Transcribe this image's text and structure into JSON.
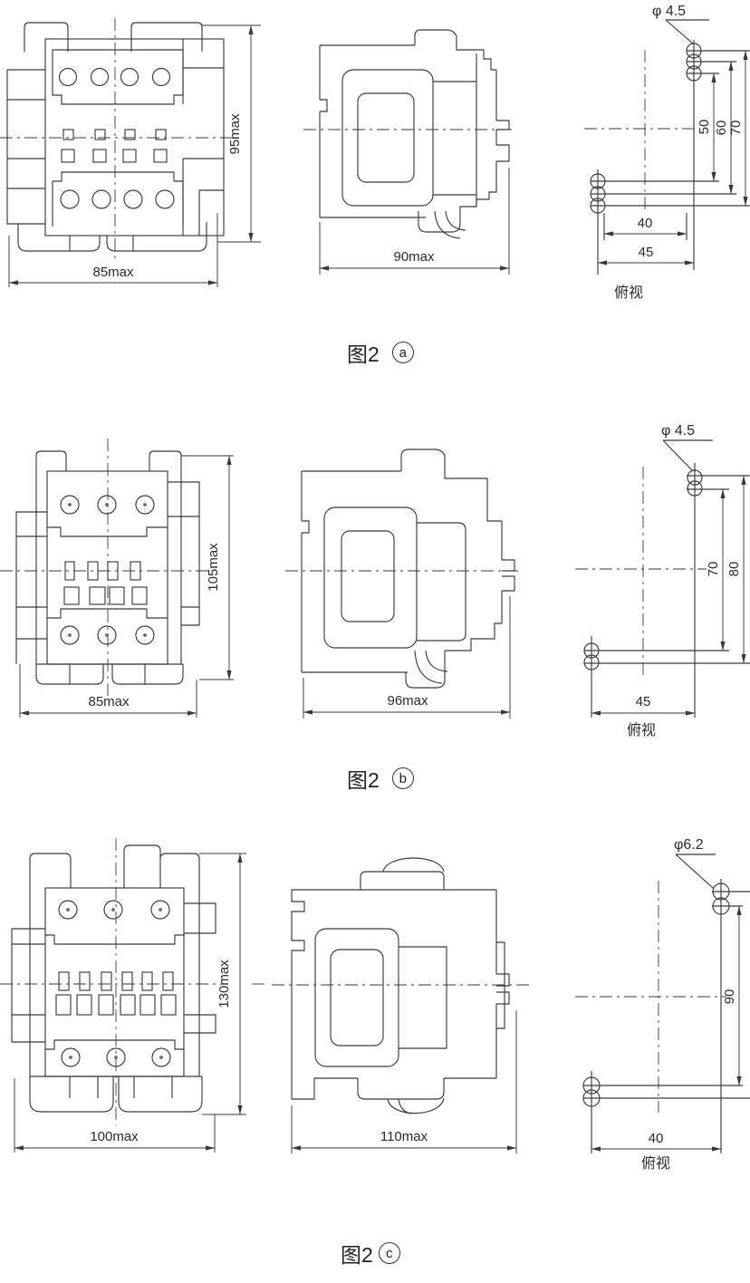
{
  "figures": [
    {
      "caption": {
        "prefix": "图2",
        "letter": "a"
      },
      "front": {
        "height": "95max",
        "width": "85max"
      },
      "side": {
        "depth": "90max"
      },
      "top": {
        "hole": "φ 4.5",
        "v_dims": [
          "50",
          "60",
          "70"
        ],
        "h_dims": [
          "40",
          "45"
        ],
        "view_label": "俯视"
      }
    },
    {
      "caption": {
        "prefix": "图2",
        "letter": "b"
      },
      "front": {
        "height": "105max",
        "width": "85max"
      },
      "side": {
        "depth": "96max"
      },
      "top": {
        "hole": "φ 4.5",
        "v_dims": [
          "70",
          "80"
        ],
        "h_dims": [
          "45"
        ],
        "view_label": "俯视"
      }
    },
    {
      "caption": {
        "prefix": "图2",
        "letter": "c"
      },
      "front": {
        "height": "130max",
        "width": "100max"
      },
      "side": {
        "depth": "110max"
      },
      "top": {
        "hole": "φ6.2",
        "v_dims": [
          "90"
        ],
        "h_dims": [
          "40"
        ],
        "view_label": "俯视"
      }
    }
  ]
}
